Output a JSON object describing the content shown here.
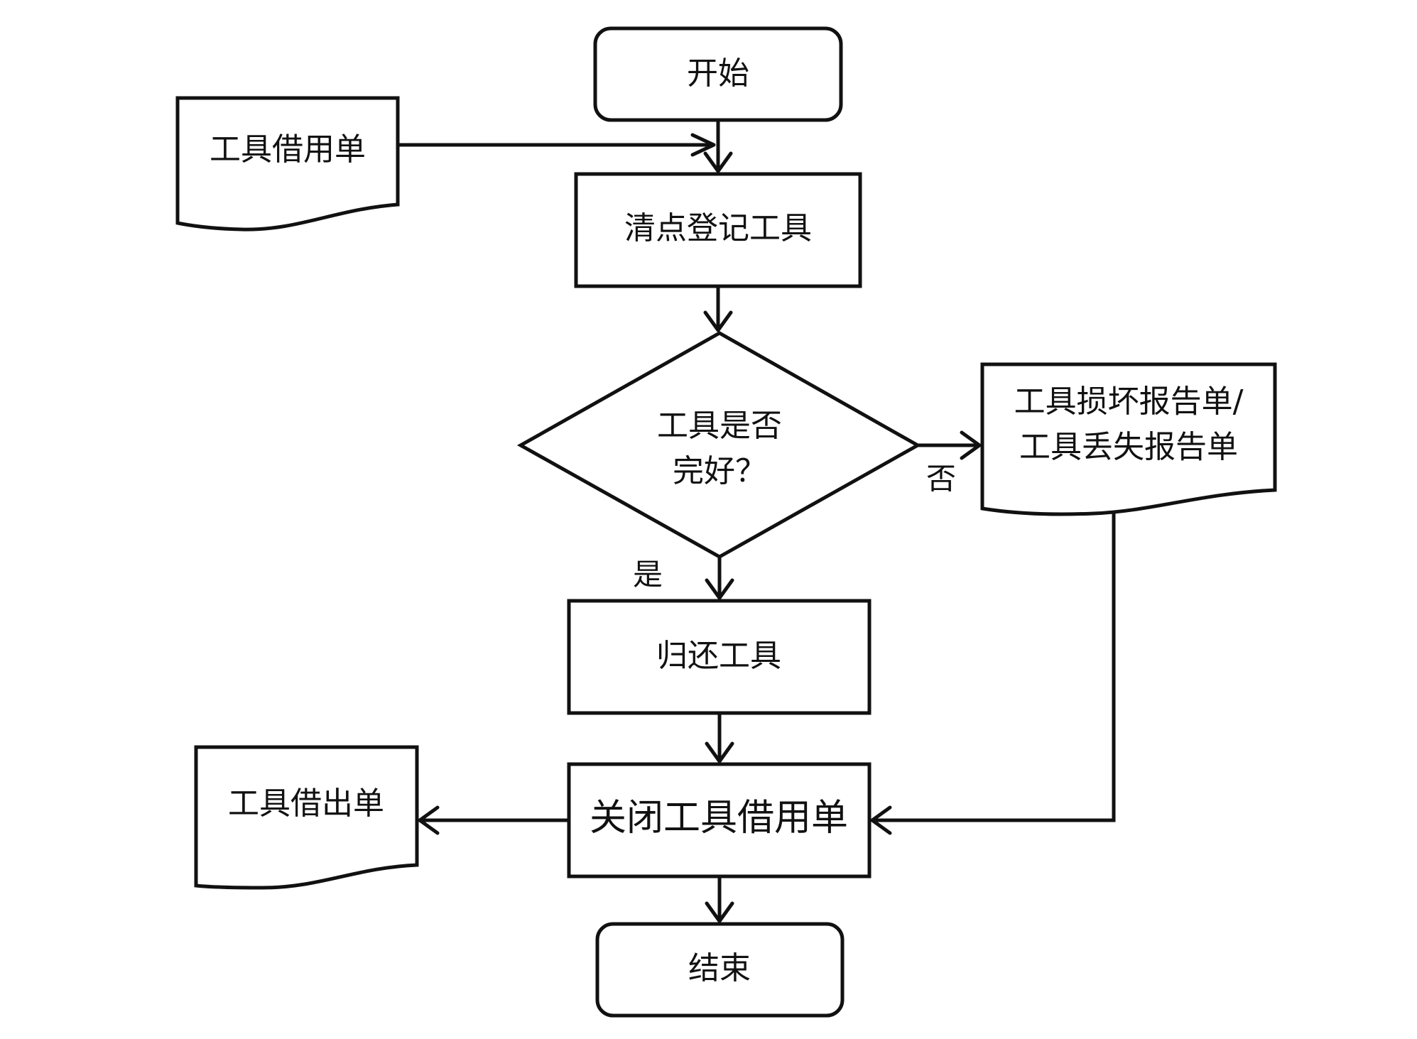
{
  "diagram": {
    "nodes": {
      "start": {
        "label": "开始"
      },
      "borrow_form": {
        "label": "工具借用单"
      },
      "inventory": {
        "label": "清点登记工具"
      },
      "decision": {
        "line1": "工具是否",
        "line2": "完好？"
      },
      "damage_report": {
        "line1": "工具损坏报告单/",
        "line2": "工具丢失报告单"
      },
      "return_tools": {
        "label": "归还工具"
      },
      "close_form": {
        "label": "关闭工具借用单"
      },
      "checkout_form": {
        "label": "工具借出单"
      },
      "end": {
        "label": "结束"
      }
    },
    "edges": {
      "yes_label": "是",
      "no_label": "否"
    }
  }
}
